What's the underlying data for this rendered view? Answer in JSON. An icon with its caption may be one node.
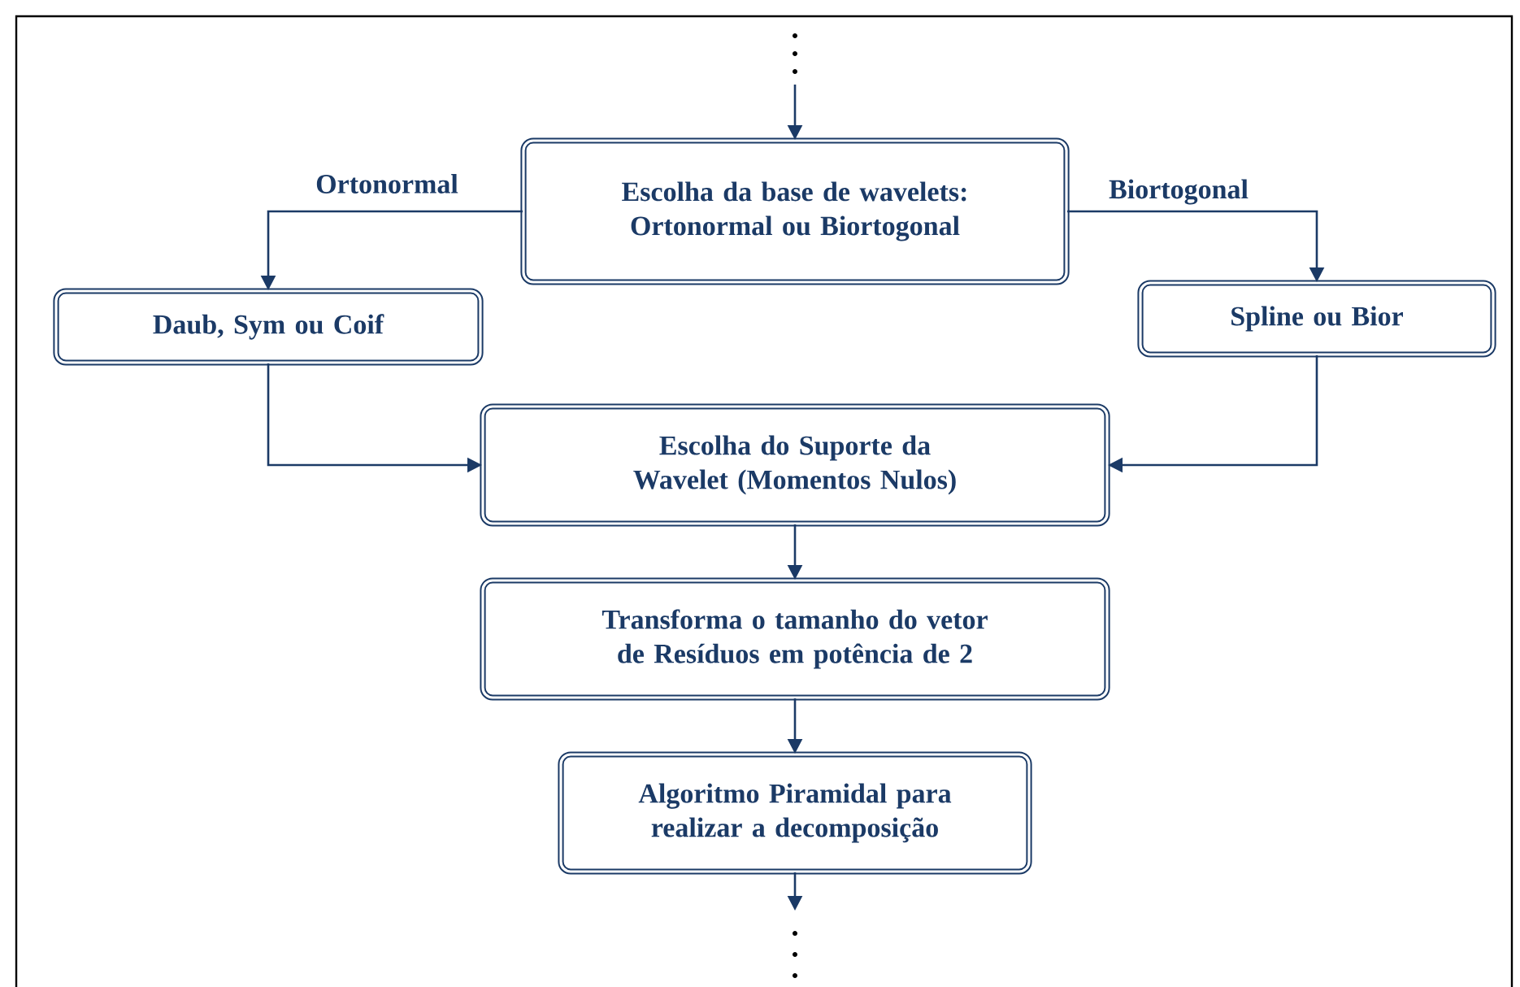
{
  "diagram": {
    "nodes": [
      {
        "text": [
          "Escolha da base de wavelets: Ortonormal ou Biortogonal"
        ]
      },
      {
        "text": [
          "Daub, Sym ou Coif"
        ]
      },
      {
        "text": [
          "Spline ou Bior"
        ]
      },
      {
        "text": [
          "Escolha do Suporte da Wavelet (Momentos Nulos)"
        ]
      },
      {
        "text": [
          "Transforma o tamanho do vetor de Resíduos  em potência de 2"
        ]
      },
      {
        "text": [
          "Algoritmo Piramidal para realizar a decomposição"
        ]
      }
    ],
    "edges": [
      {
        "from": null,
        "to": 0,
        "arrow": "to"
      },
      {
        "from": 0,
        "to": 1,
        "arrow": "to",
        "label": "Ortonormal"
      },
      {
        "from": 0,
        "to": 2,
        "arrow": "to",
        "label": "Biortogonal"
      },
      {
        "from": 1,
        "to": 3,
        "arrow": "to"
      },
      {
        "from": 2,
        "to": 3,
        "arrow": "to"
      },
      {
        "from": 3,
        "to": 4,
        "arrow": "to"
      },
      {
        "from": 4,
        "to": 5,
        "arrow": "to"
      },
      {
        "from": 5,
        "to": null,
        "arrow": "to"
      }
    ]
  }
}
